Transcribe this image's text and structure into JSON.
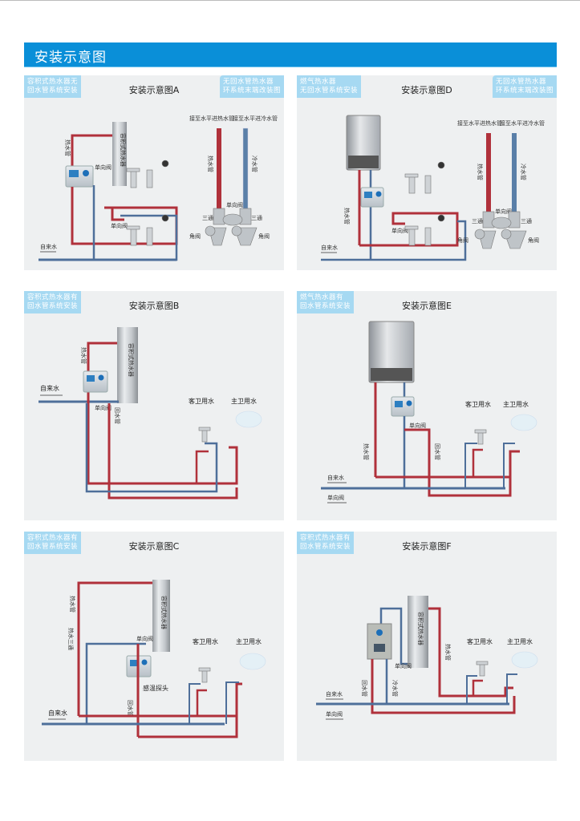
{
  "page": {
    "header_title": "安装示意图"
  },
  "colors": {
    "header_blue": "#0a8fd8",
    "tag_blue": "#a6d9f2",
    "hot_pipe": "#b0313b",
    "cold_pipe": "#4e6f9a",
    "panel_bg": "#eef0f1"
  },
  "panels": {
    "A": {
      "title": "安装示意图A",
      "tag_left": [
        "容积式热水器无",
        "回水管系统安装"
      ],
      "tag_right": [
        "无回水管热水器",
        "环系统末端改装图"
      ],
      "labels": {
        "hot_pipe": "热水管",
        "heater": "容积式热水器",
        "check_valve": "单向阀",
        "check_valve2": "单向阀",
        "tap_water": "自来水",
        "hot_riser_top": "接至水平进热水管",
        "cold_riser_top": "接至水平进冷水管",
        "hot_riser": "热水管",
        "cold_riser": "冷水管",
        "valve_mid": "单向阀",
        "tee_left": "三通",
        "tee_right": "三通",
        "angle_left": "角阀",
        "angle_right": "角阀"
      }
    },
    "D": {
      "title": "安装示意图D",
      "tag_left": [
        "燃气热水器",
        "无回水管系统安装"
      ],
      "tag_right": [
        "无回水管热水器",
        "环系统末端改装图"
      ],
      "labels": {
        "hot_riser_top": "接至水平进热水管",
        "cold_riser_top": "接至水平进冷水管",
        "hot_riser": "热水管",
        "cold_riser": "冷水管",
        "hot_pipe": "热水管",
        "check_valve": "单向阀",
        "tap_water": "自来水",
        "valve_mid": "单向阀",
        "tee_left": "三通",
        "tee_right": "三通",
        "angle_left": "角阀",
        "angle_right": "角阀"
      }
    },
    "B": {
      "title": "安装示意图B",
      "tag_left": [
        "容积式热水器有",
        "回水管系统安装"
      ],
      "labels": {
        "hot_pipe": "热水管",
        "heater": "容积式热水器",
        "tap_water": "自来水",
        "check_valve": "单向阀",
        "return_pipe": "回水管",
        "guest_bath": "客卫用水",
        "master_bath": "主卫用水"
      }
    },
    "E": {
      "title": "安装示意图E",
      "tag_left": [
        "燃气热水器有",
        "回水管系统安装"
      ],
      "labels": {
        "guest_bath": "客卫用水",
        "master_bath": "主卫用水",
        "check_valve": "单向阀",
        "hot_pipe": "热水管",
        "return_pipe": "回水管",
        "tap_water": "自来水",
        "check_valve2": "单向阀"
      }
    },
    "C": {
      "title": "安装示意图C",
      "tag_left": [
        "容积式热水器有",
        "回水管系统安装"
      ],
      "labels": {
        "hot_pipe": "热水管",
        "heater": "容积式热水器",
        "tee": "热水三通",
        "check_valve": "单向阀",
        "guest_bath": "客卫用水",
        "master_bath": "主卫用水",
        "temp_probe": "感温探头",
        "return_pipe": "回水管",
        "tap_water": "自来水"
      }
    },
    "F": {
      "title": "安装示意图F",
      "tag_left": [
        "容积式热水器有",
        "回水管系统安装"
      ],
      "labels": {
        "heater": "容积式热水器",
        "hot_pipe": "热水管",
        "guest_bath": "客卫用水",
        "master_bath": "主卫用水",
        "check_valve": "单向阀",
        "return_pipe": "回水管",
        "cold_pipe": "冷水管",
        "tap_water": "自来水",
        "check_valve2": "单向阀"
      }
    }
  }
}
